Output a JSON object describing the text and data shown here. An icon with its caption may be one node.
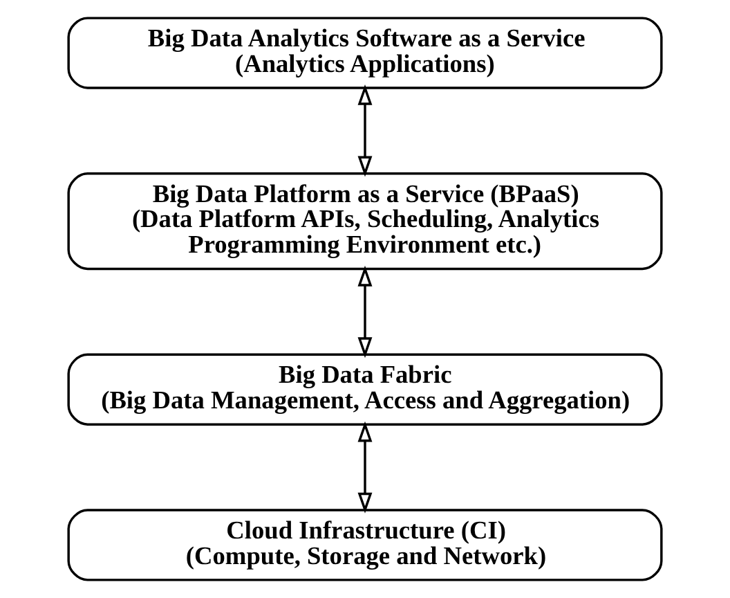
{
  "diagram": {
    "nodes": [
      {
        "text": [
          "Big Data Analytics Software as a Service",
          "(Analytics Applications)"
        ]
      },
      {
        "text": [
          "Big Data Platform as a Service (BPaaS)",
          "(Data Platform APIs, Scheduling, Analytics Programming Environment etc.)"
        ]
      },
      {
        "text": [
          "Big Data Fabric",
          "(Big Data Management, Access and Aggregation)"
        ]
      },
      {
        "text": [
          "Cloud Infrastructure (CI)",
          "(Compute, Storage and Network)"
        ]
      }
    ],
    "edges": [
      {
        "from": 0,
        "to": 1,
        "arrow": "both"
      },
      {
        "from": 1,
        "to": 2,
        "arrow": "both"
      },
      {
        "from": 2,
        "to": 3,
        "arrow": "both"
      }
    ]
  }
}
